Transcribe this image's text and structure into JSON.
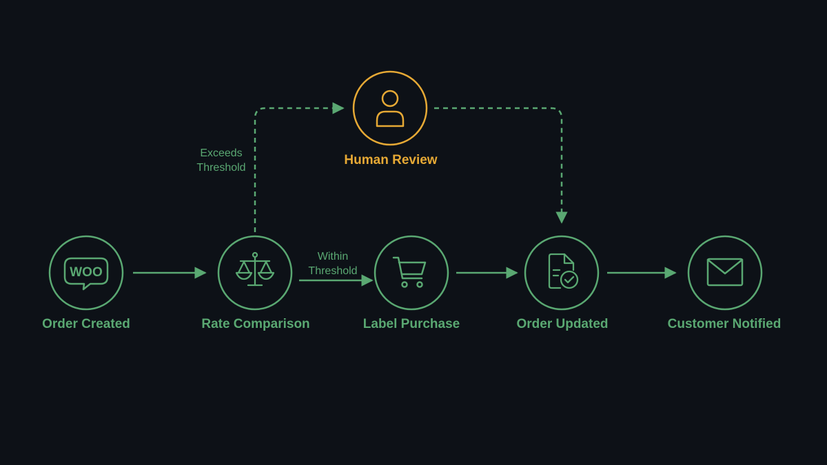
{
  "colors": {
    "background": "#0d1117",
    "flow": "#5aa872",
    "review": "#e6a935"
  },
  "nodes": [
    {
      "id": "order-created",
      "label": "Order Created",
      "icon": "woo-icon"
    },
    {
      "id": "rate-comparison",
      "label": "Rate Comparison",
      "icon": "scale-icon"
    },
    {
      "id": "label-purchase",
      "label": "Label Purchase",
      "icon": "cart-icon"
    },
    {
      "id": "order-updated",
      "label": "Order Updated",
      "icon": "document-check-icon"
    },
    {
      "id": "customer-notified",
      "label": "Customer Notified",
      "icon": "envelope-icon"
    },
    {
      "id": "human-review",
      "label": "Human Review",
      "icon": "person-icon"
    }
  ],
  "edges": [
    {
      "from": "order-created",
      "to": "rate-comparison",
      "style": "solid"
    },
    {
      "from": "rate-comparison",
      "to": "label-purchase",
      "style": "solid",
      "label": [
        "Within",
        "Threshold"
      ]
    },
    {
      "from": "label-purchase",
      "to": "order-updated",
      "style": "solid"
    },
    {
      "from": "order-updated",
      "to": "customer-notified",
      "style": "solid"
    },
    {
      "from": "rate-comparison",
      "to": "human-review",
      "style": "dashed",
      "label": [
        "Exceeds",
        "Threshold"
      ]
    },
    {
      "from": "human-review",
      "to": "order-updated",
      "style": "dashed"
    }
  ],
  "woo_text": "WOO"
}
